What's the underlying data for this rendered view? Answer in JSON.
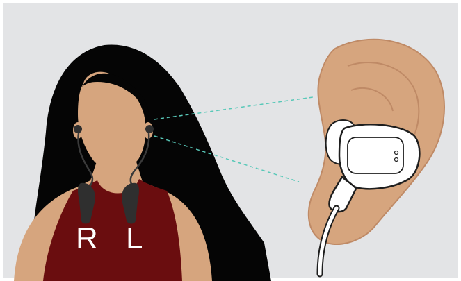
{
  "labels": {
    "right": "R",
    "left": "L"
  },
  "colors": {
    "background": "#e3e4e6",
    "hair": "#050505",
    "skin": "#d6a57e",
    "skin_outline": "#bf8a66",
    "shirt": "#6a0d0f",
    "earbud": "#2f2f2f",
    "earbud_shell": "#ffffff",
    "earbud_outline": "#1e1e1e",
    "callout_line": "#58c8b8"
  },
  "icons": {
    "right-earbud": "earbud",
    "left-earbud": "earbud",
    "neckband": "neckband",
    "closeup-earbud": "earbud"
  }
}
